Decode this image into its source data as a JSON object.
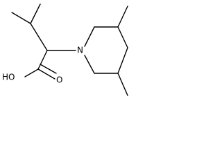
{
  "molecule": {
    "atom_labels": {
      "nitrogen": "N",
      "hydroxyl": "HO",
      "oxygen": "O"
    },
    "colors": {
      "bond": "#000000",
      "label": "#000000",
      "background": "#ffffff"
    }
  }
}
